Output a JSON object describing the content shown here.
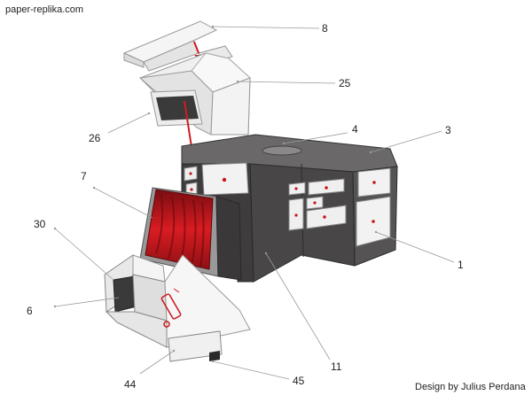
{
  "header": {
    "site": "paper-replika.com"
  },
  "footer": {
    "credit": "Design by Julius Perdana"
  },
  "part_labels": [
    "8",
    "25",
    "26",
    "4",
    "3",
    "7",
    "30",
    "6",
    "1",
    "11",
    "44",
    "45"
  ],
  "colors": {
    "dark_body": "#4a4848",
    "light_panel": "#f0f0f0",
    "red_accent": "#c8161d",
    "leader_line": "#9a9a9a"
  }
}
